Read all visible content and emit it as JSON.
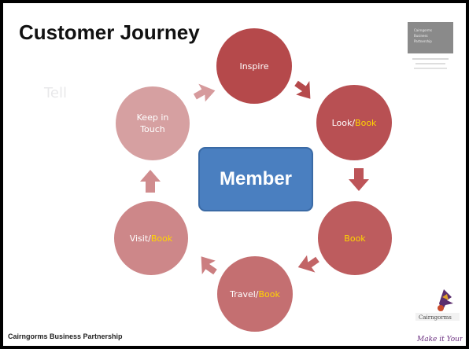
{
  "slide": {
    "title": "Customer Journey",
    "faint_text": "Tell",
    "footer": "Cairngorms Business Partnership"
  },
  "center": {
    "label": "Member"
  },
  "nodes": {
    "inspire": {
      "label": "Inspire",
      "color": "#b5494b"
    },
    "look": {
      "label": "Look/",
      "highlight": "Book",
      "color": "#b85053"
    },
    "book": {
      "highlight": "Book",
      "color": "#bd5c5e"
    },
    "travel": {
      "label": "Travel/",
      "highlight": "Book",
      "color": "#c46f71"
    },
    "visit": {
      "label": "Visit/",
      "highlight": "Book",
      "color": "#cd8789"
    },
    "keep": {
      "label_line1": "Keep in",
      "label_line2": "Touch",
      "color": "#d6a0a1"
    }
  },
  "colors": {
    "highlight": "#ffd500",
    "member": "#4a7fc0"
  },
  "logos": {
    "top_right": [
      "Cairngorms",
      "Business",
      "Partnership"
    ],
    "bottom_right_script": "Make it Yours",
    "bottom_right_text": "Cairngorms"
  }
}
